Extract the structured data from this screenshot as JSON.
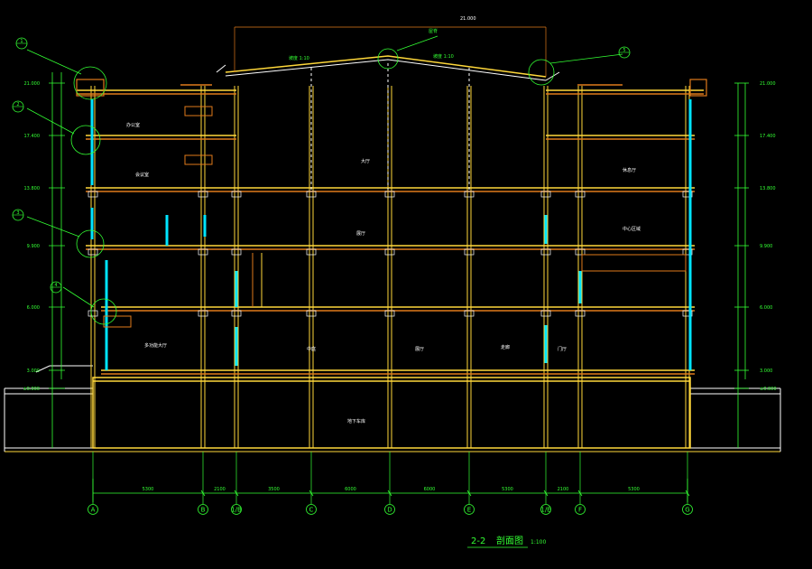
{
  "title": {
    "code": "2-2",
    "name": "剖面图",
    "scale": "1:100"
  },
  "colors": {
    "bg": "#000000",
    "green": "#33ff33",
    "yellow": "#ffd83a",
    "orange": "#e07a1a",
    "cyan": "#00e5ff",
    "white": "#ffffff"
  },
  "axes": [
    {
      "id": "A",
      "label": "A"
    },
    {
      "id": "B",
      "label": "B"
    },
    {
      "id": "B1",
      "label": "1/B"
    },
    {
      "id": "C",
      "label": "C"
    },
    {
      "id": "D",
      "label": "D"
    },
    {
      "id": "E",
      "label": "E"
    },
    {
      "id": "E1",
      "label": "1/E"
    },
    {
      "id": "F",
      "label": "F"
    },
    {
      "id": "G",
      "label": "G"
    }
  ],
  "spans": [
    "5300",
    "2100",
    "3500",
    "6000",
    "6000",
    "5300",
    "2100",
    "5300"
  ],
  "roof_labels": {
    "left_slope": "坡度 1:10",
    "right_slope": "坡度 1:10",
    "ridge": "屋脊",
    "top_level": "21.000"
  },
  "room_labels": [
    {
      "id": "r1",
      "text": "多功能大厅"
    },
    {
      "id": "r2",
      "text": "中庭"
    },
    {
      "id": "r3",
      "text": "展厅"
    },
    {
      "id": "r4",
      "text": "走廊"
    },
    {
      "id": "r5",
      "text": "门厅"
    },
    {
      "id": "r6",
      "text": "地下车库"
    },
    {
      "id": "r7",
      "text": "办公室"
    },
    {
      "id": "r8",
      "text": "会议室"
    },
    {
      "id": "r9",
      "text": "休息厅"
    },
    {
      "id": "r10",
      "text": "展厅"
    },
    {
      "id": "r11",
      "text": "中心区域"
    },
    {
      "id": "r12",
      "text": "大厅"
    }
  ],
  "levels_left": [
    "21.000",
    "17.400",
    "13.800",
    "9.900",
    "6.000",
    "3.000",
    "±0.000"
  ],
  "levels_right": [
    "21.000",
    "17.400",
    "13.800",
    "9.900",
    "6.000",
    "3.000",
    "±0.000"
  ],
  "detail_markers": [
    "1",
    "2",
    "3",
    "4",
    "5"
  ]
}
